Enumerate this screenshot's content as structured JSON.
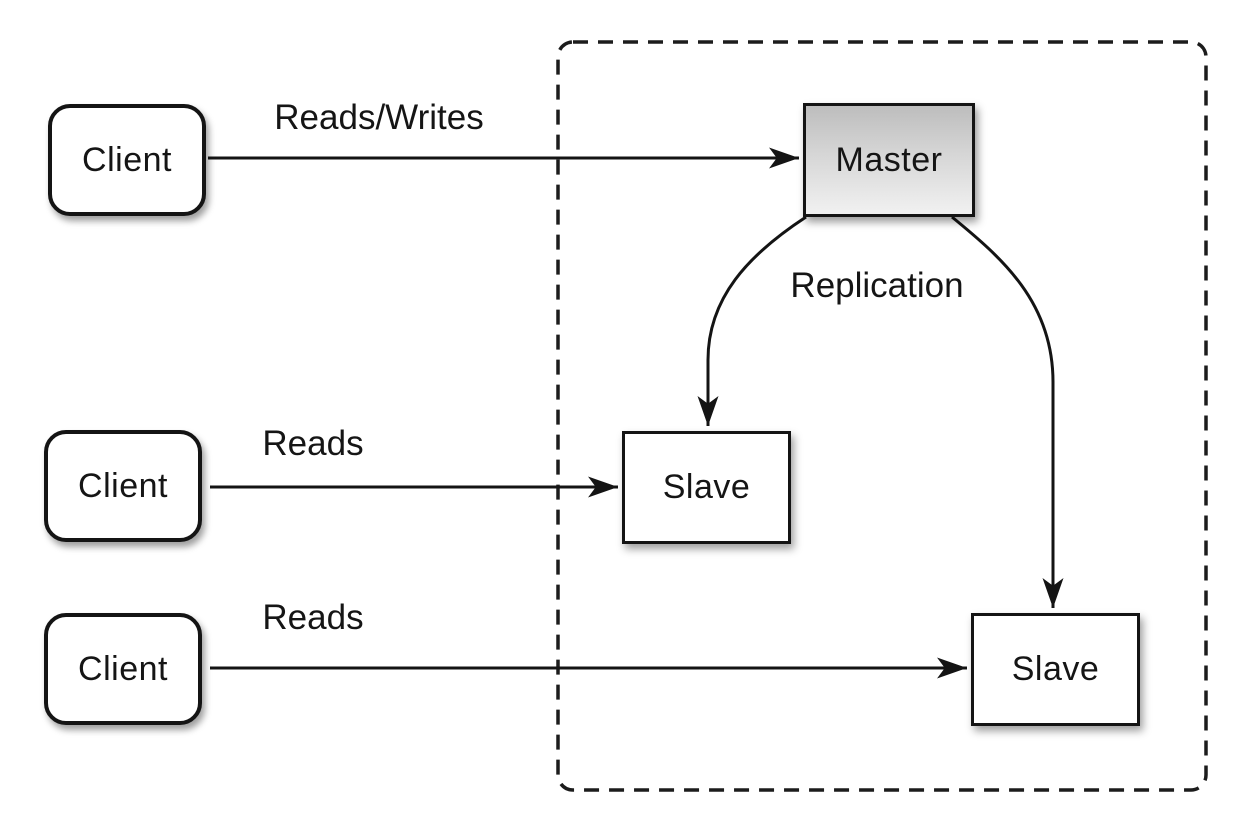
{
  "diagram": {
    "kind": "master-slave-replication-architecture",
    "clients": [
      {
        "label": "Client"
      },
      {
        "label": "Client"
      },
      {
        "label": "Client"
      }
    ],
    "master": {
      "label": "Master"
    },
    "slaves": [
      {
        "label": "Slave"
      },
      {
        "label": "Slave"
      }
    ],
    "edge_labels": {
      "reads_writes": "Reads/Writes",
      "reads_middle": "Reads",
      "reads_bottom": "Reads",
      "replication": "Replication"
    },
    "colors": {
      "background": "#ffffff",
      "stroke": "#141414",
      "node_fill": "#ffffff",
      "master_fill_top": "#bdbdbd",
      "master_fill_bottom": "#f1f1f1"
    }
  }
}
